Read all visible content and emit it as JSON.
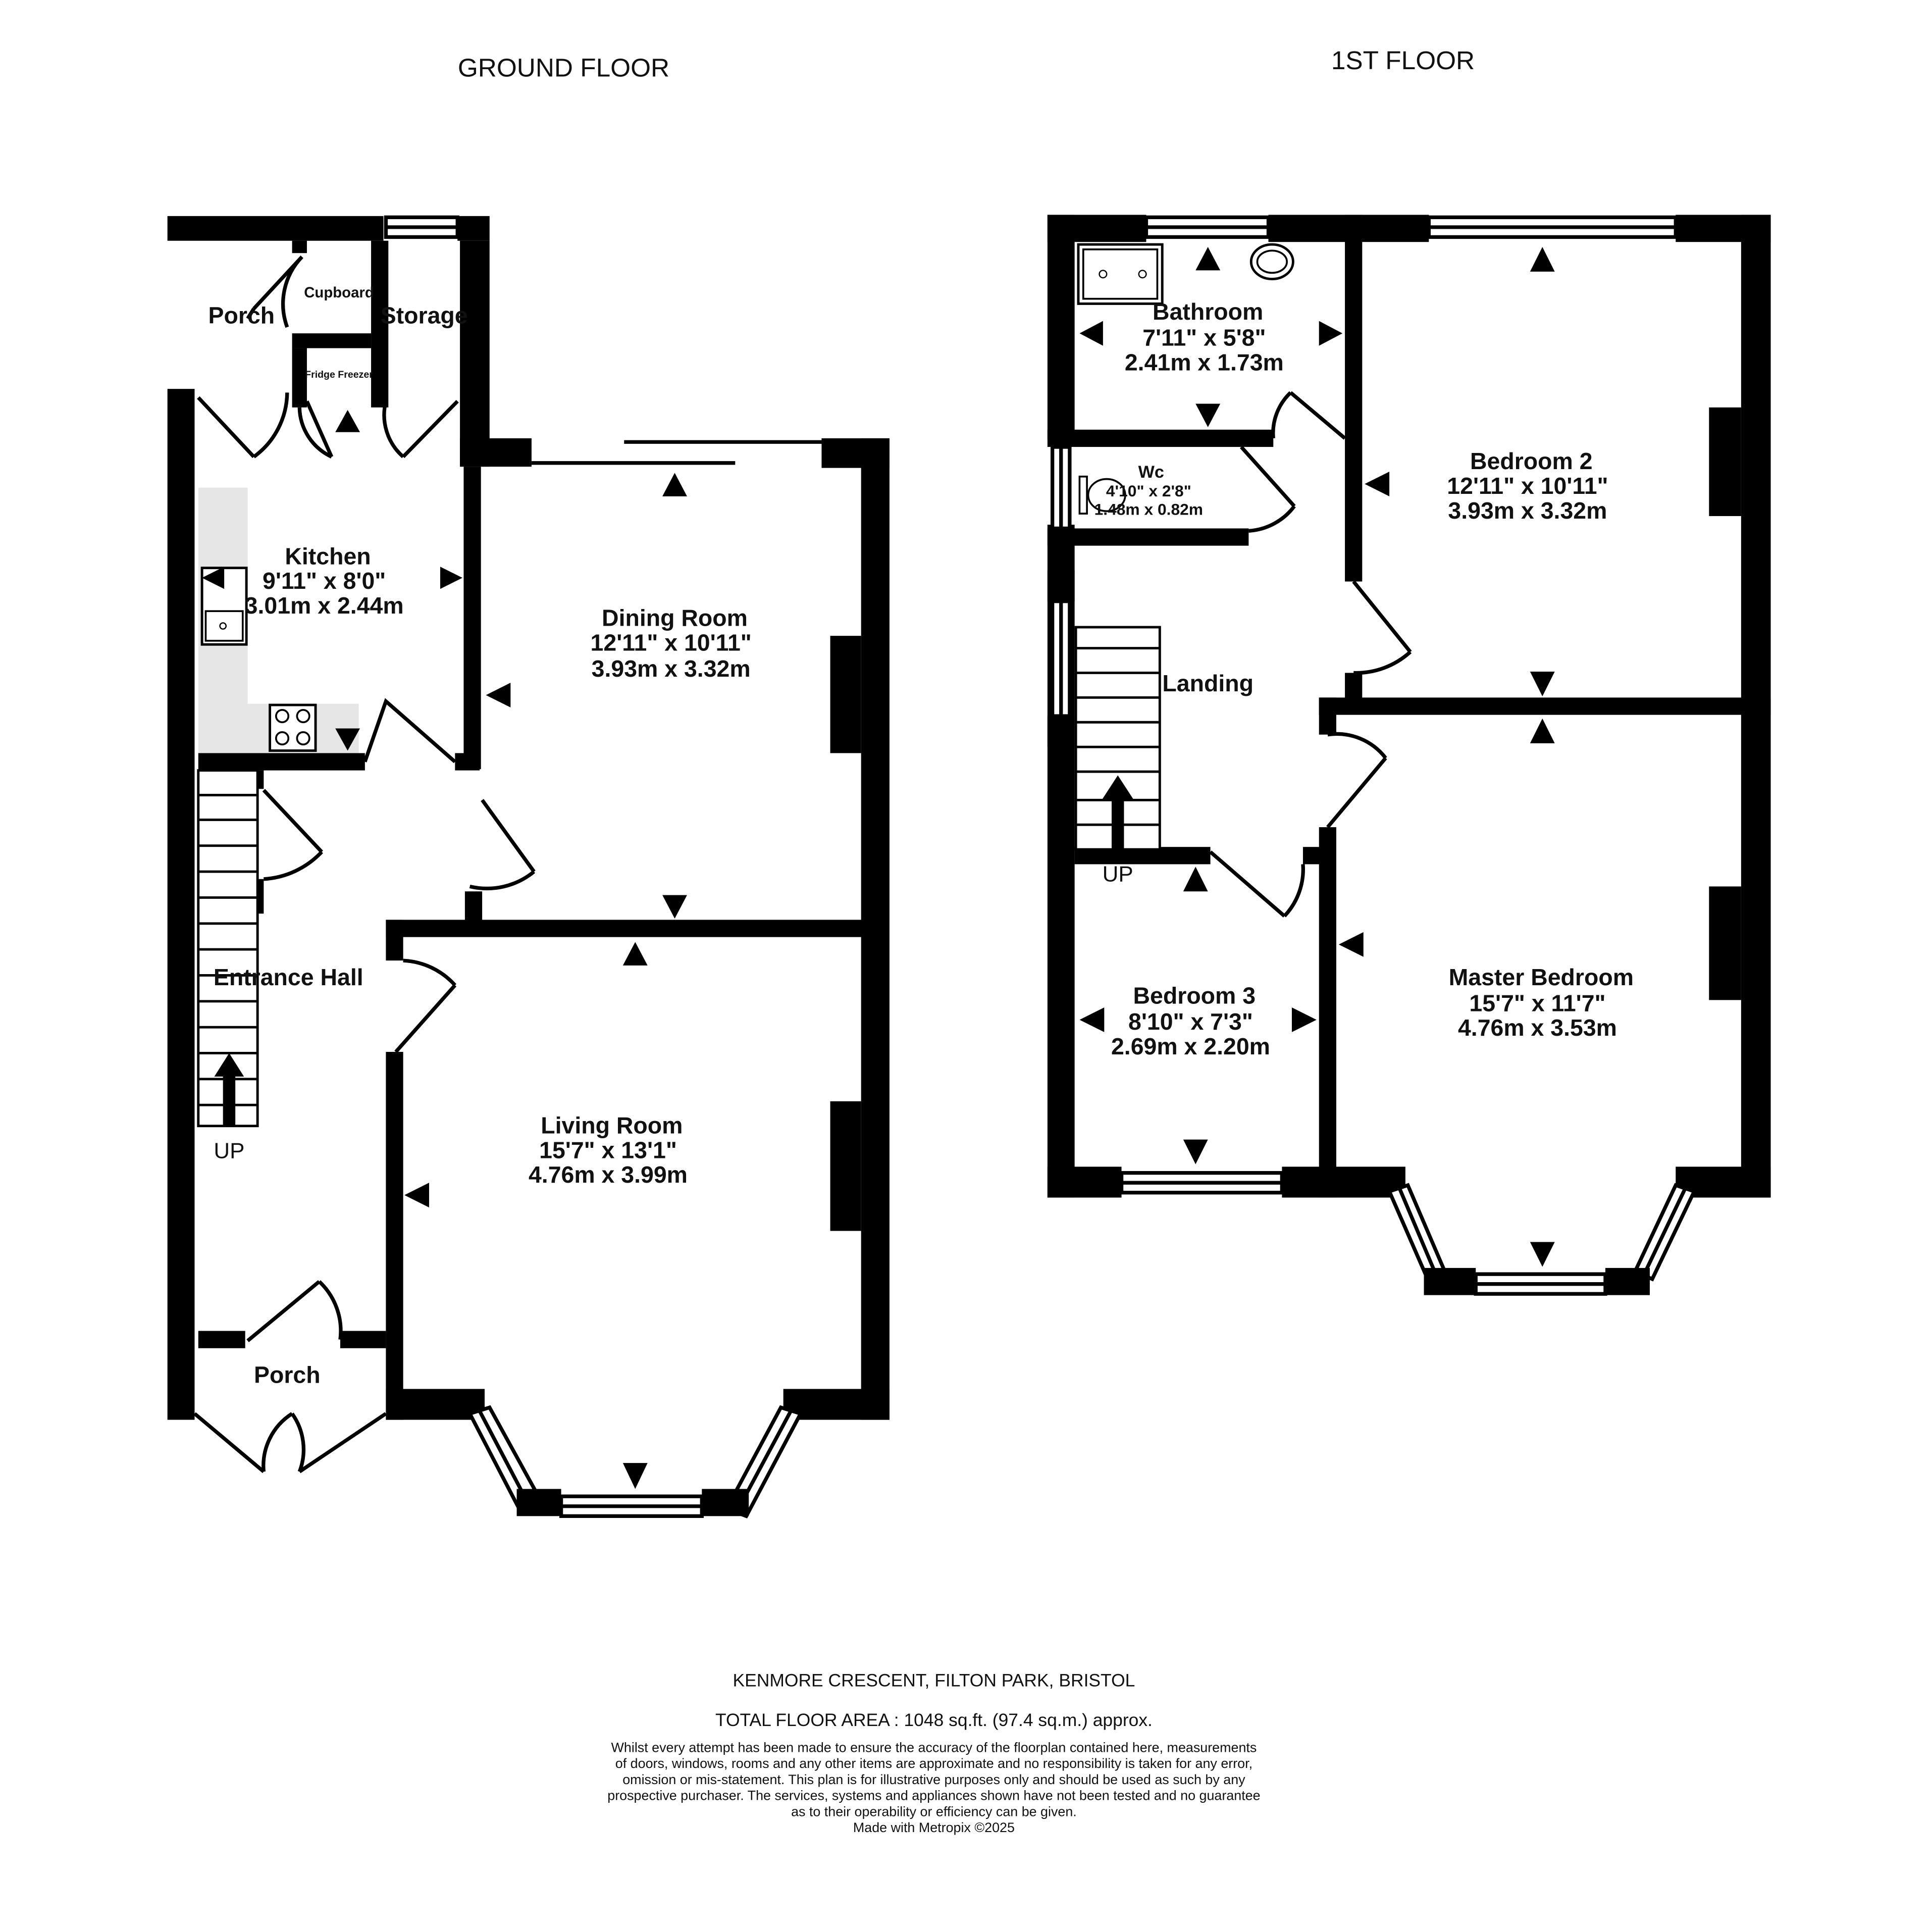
{
  "floors": {
    "ground": "GROUND FLOOR",
    "first": "1ST FLOOR"
  },
  "rooms": {
    "porch_rear": {
      "name": "Porch"
    },
    "cupboard": {
      "name": "Cupboard"
    },
    "storage": {
      "name": "Storage"
    },
    "fridge": {
      "name": "Fridge Freezer"
    },
    "kitchen": {
      "name": "Kitchen",
      "imperial": "9'11\"  x 8'0\"",
      "metric": "3.01m  x 2.44m"
    },
    "dining": {
      "name": "Dining Room",
      "imperial": "12'11\"  x 10'11\"",
      "metric": "3.93m  x 3.32m"
    },
    "entrance": {
      "name": "Entrance Hall"
    },
    "living": {
      "name": "Living Room",
      "imperial": "15'7\"  x 13'1\"",
      "metric": "4.76m  x 3.99m"
    },
    "porch_front": {
      "name": "Porch"
    },
    "bathroom": {
      "name": "Bathroom",
      "imperial": "7'11\"  x 5'8\"",
      "metric": "2.41m  x 1.73m"
    },
    "wc": {
      "name": "Wc",
      "imperial": "4'10\"  x 2'8\"",
      "metric": "1.48m  x 0.82m"
    },
    "landing": {
      "name": "Landing"
    },
    "bedroom2": {
      "name": "Bedroom 2",
      "imperial": "12'11\"  x 10'11\"",
      "metric": "3.93m  x 3.32m"
    },
    "bedroom3": {
      "name": "Bedroom 3",
      "imperial": "8'10\"  x 7'3\"",
      "metric": "2.69m  x 2.20m"
    },
    "master": {
      "name": "Master Bedroom",
      "imperial": "15'7\"  x 11'7\"",
      "metric": "4.76m  x 3.53m"
    }
  },
  "stairs": {
    "up_label": "UP"
  },
  "footer": {
    "address": "KENMORE CRESCENT, FILTON PARK, BRISTOL",
    "area": "TOTAL FLOOR AREA : 1048 sq.ft. (97.4 sq.m.) approx.",
    "disclaimer": [
      "Whilst every attempt has been made to ensure the accuracy of the floorplan contained here, measurements",
      "of doors, windows, rooms and any other items are approximate and no responsibility is taken for any error,",
      "omission or mis-statement. This plan is for illustrative purposes only and should be used as such by any",
      "prospective purchaser. The services, systems and appliances shown have not been tested and no guarantee",
      "as to their operability or efficiency can be given."
    ],
    "credit": "Made with Metropix ©2025"
  }
}
